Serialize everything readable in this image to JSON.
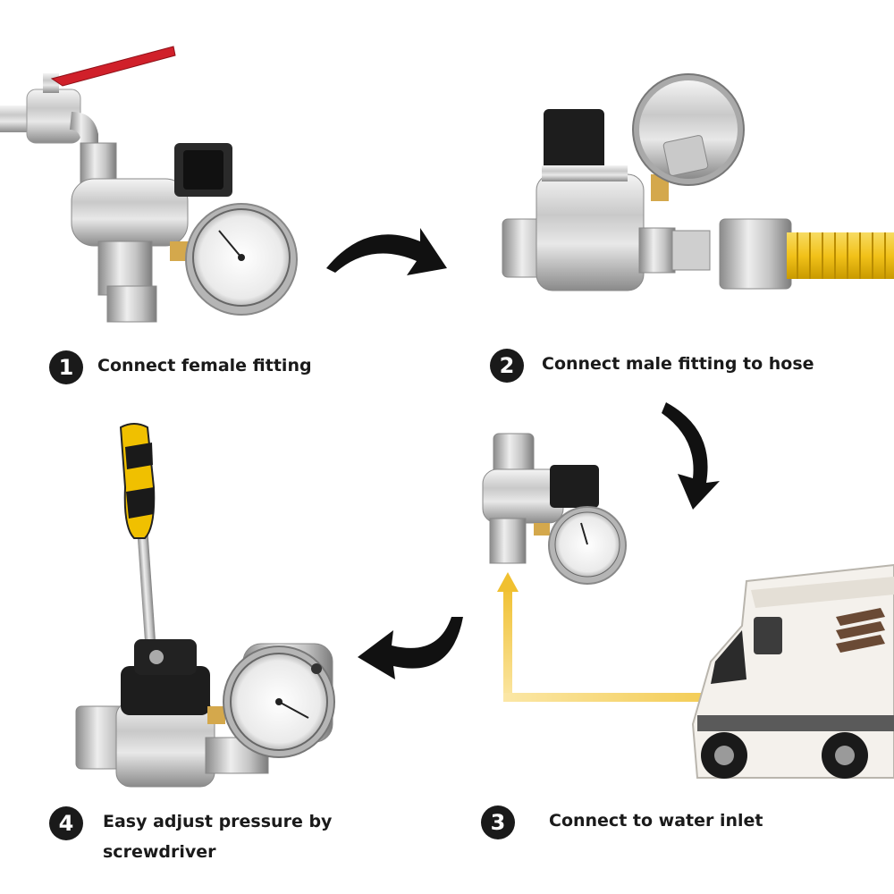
{
  "steps": [
    {
      "number": "1",
      "label": "Connect female fitting"
    },
    {
      "number": "2",
      "label": "Connect male fitting to hose"
    },
    {
      "number": "3",
      "label": "Connect to water inlet"
    },
    {
      "number": "4",
      "label": "Easy adjust pressure by screwdriver"
    }
  ],
  "colors": {
    "arrow": "#111111",
    "connector_line": "#f0c030",
    "handle_red": "#d0202a",
    "hose_yellow": "#f2c21a",
    "screwdriver_yellow": "#f0c000"
  },
  "icons": [
    "water-tap-icon",
    "pressure-gauge-icon",
    "regulator-valve-icon",
    "yellow-hose-icon",
    "rv-camper-icon",
    "screwdriver-icon",
    "curved-arrow-icon"
  ]
}
